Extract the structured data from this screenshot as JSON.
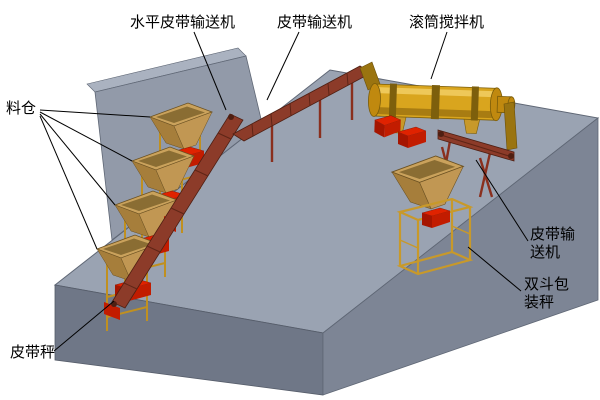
{
  "figure": {
    "type": "isometric-equipment-layout-diagram",
    "labels": {
      "silos": "料仓",
      "horizontal_belt_conveyor": "水平皮带输送机",
      "inclined_belt_conveyor": "皮带输送机",
      "drum_mixer": "滚筒搅拌机",
      "right_belt_conveyor": "皮带输\n送机",
      "double_hopper_packing_scale": "双斗包\n装秤",
      "belt_scale": "皮带秤"
    },
    "components": [
      "material-silos-x4",
      "horizontal-belt-conveyor",
      "inclined-belt-conveyor",
      "drum-mixer",
      "right-belt-conveyor",
      "double-hopper-packing-scale",
      "belt-scale"
    ],
    "colors": {
      "background": "#ffffff",
      "platform_top": "#9aa3b2",
      "platform_side_dark": "#6f7787",
      "platform_side_mid": "#7d8595",
      "wall_gray": "#929aa9",
      "hopper_tan": "#caa25c",
      "outlet_red": "#e02200",
      "conveyor_red_brown": "#8c3b29",
      "drum_gold": "#d9a51e",
      "support_yellow": "#c09020",
      "leader_line": "#000000"
    }
  }
}
